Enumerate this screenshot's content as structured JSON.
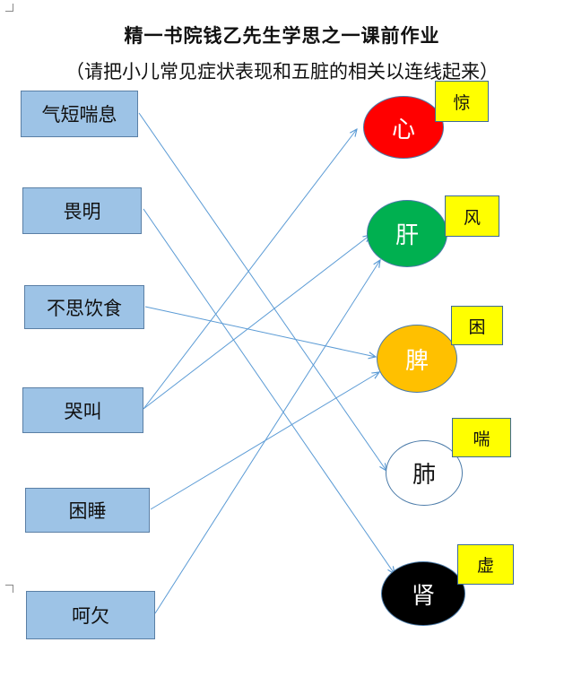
{
  "title": "精一书院钱乙先生学思之一课前作业",
  "subtitle": "（请把小儿常见症状表现和五脏的相关以连线起来）",
  "symptoms": [
    {
      "id": "s1",
      "label": "气短喘息"
    },
    {
      "id": "s2",
      "label": "畏明"
    },
    {
      "id": "s3",
      "label": "不思饮食"
    },
    {
      "id": "s4",
      "label": "哭叫"
    },
    {
      "id": "s5",
      "label": "困睡"
    },
    {
      "id": "s6",
      "label": "呵欠"
    }
  ],
  "organs": [
    {
      "id": "heart",
      "label": "心",
      "fill": "#ff0000",
      "text_color": "#ffffff"
    },
    {
      "id": "liver",
      "label": "肝",
      "fill": "#00b050",
      "text_color": "#ffffff"
    },
    {
      "id": "spleen",
      "label": "脾",
      "fill": "#ffc000",
      "text_color": "#ffffff"
    },
    {
      "id": "lung",
      "label": "肺",
      "fill": "#ffffff",
      "text_color": "#111111"
    },
    {
      "id": "kidney",
      "label": "肾",
      "fill": "#000000",
      "text_color": "#ffffff"
    }
  ],
  "tags": [
    {
      "organ": "heart",
      "label": "惊"
    },
    {
      "organ": "liver",
      "label": "风"
    },
    {
      "organ": "spleen",
      "label": "困"
    },
    {
      "organ": "lung",
      "label": "喘"
    },
    {
      "organ": "kidney",
      "label": "虚"
    }
  ],
  "connections": [
    {
      "from": "s1",
      "to": "lung"
    },
    {
      "from": "s2",
      "to": "kidney"
    },
    {
      "from": "s3",
      "to": "spleen"
    },
    {
      "from": "s4",
      "to": "heart"
    },
    {
      "from": "s4",
      "to": "liver"
    },
    {
      "from": "s5",
      "to": "spleen"
    },
    {
      "from": "s6",
      "to": "liver"
    }
  ],
  "colors": {
    "symptom_fill": "#9dc3e6",
    "tag_fill": "#ffff00",
    "connector": "#5b9bd5"
  }
}
